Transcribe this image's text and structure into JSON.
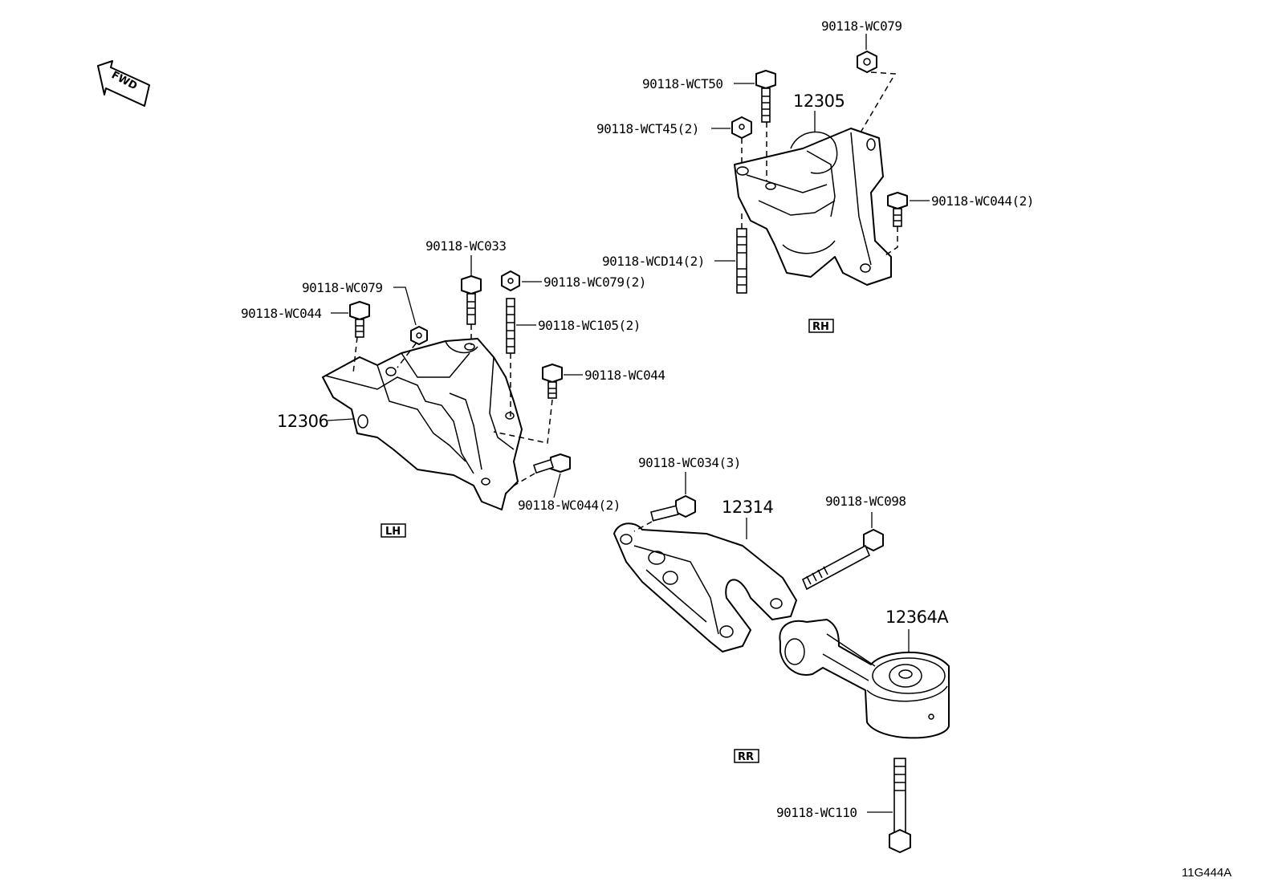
{
  "fwd_label": "FWD",
  "diagram_code": "11G444A",
  "groups": {
    "rh": {
      "tag": "RH"
    },
    "lh": {
      "tag": "LH"
    },
    "rr": {
      "tag": "RR"
    }
  },
  "parts": {
    "p12305": "12305",
    "p12306": "12306",
    "p12314": "12314",
    "p12364a": "12364A"
  },
  "fasteners": {
    "rh_wc079": "90118-WC079",
    "rh_wct50": "90118-WCT50",
    "rh_wct45": "90118-WCT45(2)",
    "rh_wc044": "90118-WC044(2)",
    "rh_wcd14": "90118-WCD14(2)",
    "lh_wc033": "90118-WC033",
    "lh_wc079": "90118-WC079",
    "lh_wc079_2": "90118-WC079(2)",
    "lh_wc044": "90118-WC044",
    "lh_wc105": "90118-WC105(2)",
    "lh_wc044_b": "90118-WC044",
    "lh_wc044_2": "90118-WC044(2)",
    "rr_wc034": "90118-WC034(3)",
    "rr_wc098": "90118-WC098",
    "rr_wc110": "90118-WC110"
  }
}
